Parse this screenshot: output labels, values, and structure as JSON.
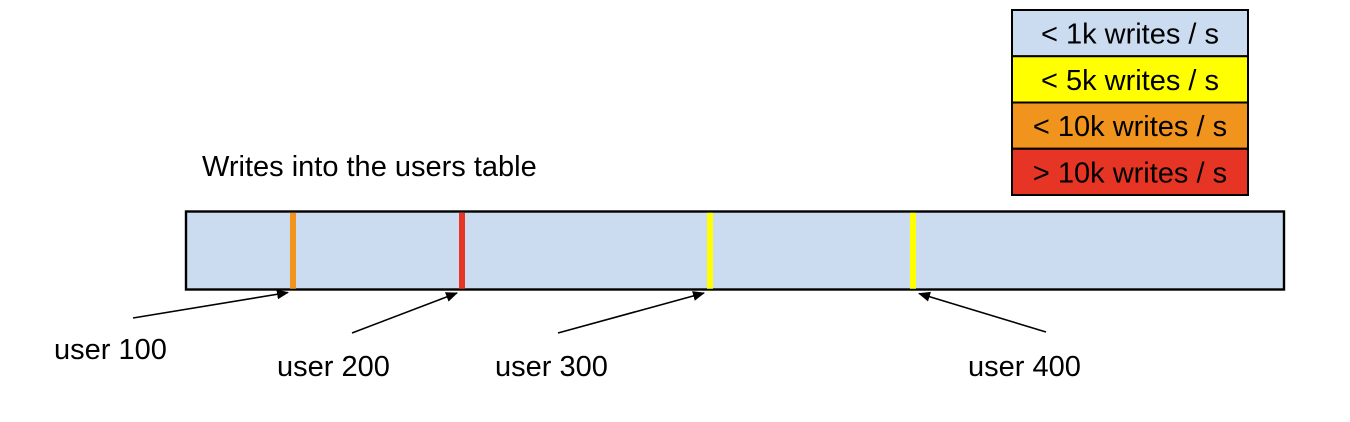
{
  "title": "Writes into the users table",
  "bar": {
    "fill": "#ccdcf0",
    "stroke": "#000000"
  },
  "legend": {
    "items": [
      {
        "label": "< 1k writes / s",
        "color": "#ccdcf0"
      },
      {
        "label": "< 5k writes / s",
        "color": "#ffff00"
      },
      {
        "label": "< 10k writes / s",
        "color": "#f0941e"
      },
      {
        "label": "> 10k writes / s",
        "color": "#e63524"
      }
    ]
  },
  "markers": [
    {
      "label": "user 100",
      "stripe_color": "#f0941e",
      "write_rate": "< 10k writes / s"
    },
    {
      "label": "user 200",
      "stripe_color": "#e63524",
      "write_rate": "> 10k writes / s"
    },
    {
      "label": "user 300",
      "stripe_color": "#ffff00",
      "write_rate": "< 5k writes / s"
    },
    {
      "label": "user 400",
      "stripe_color": "#ffff00",
      "write_rate": "< 5k writes / s"
    }
  ]
}
